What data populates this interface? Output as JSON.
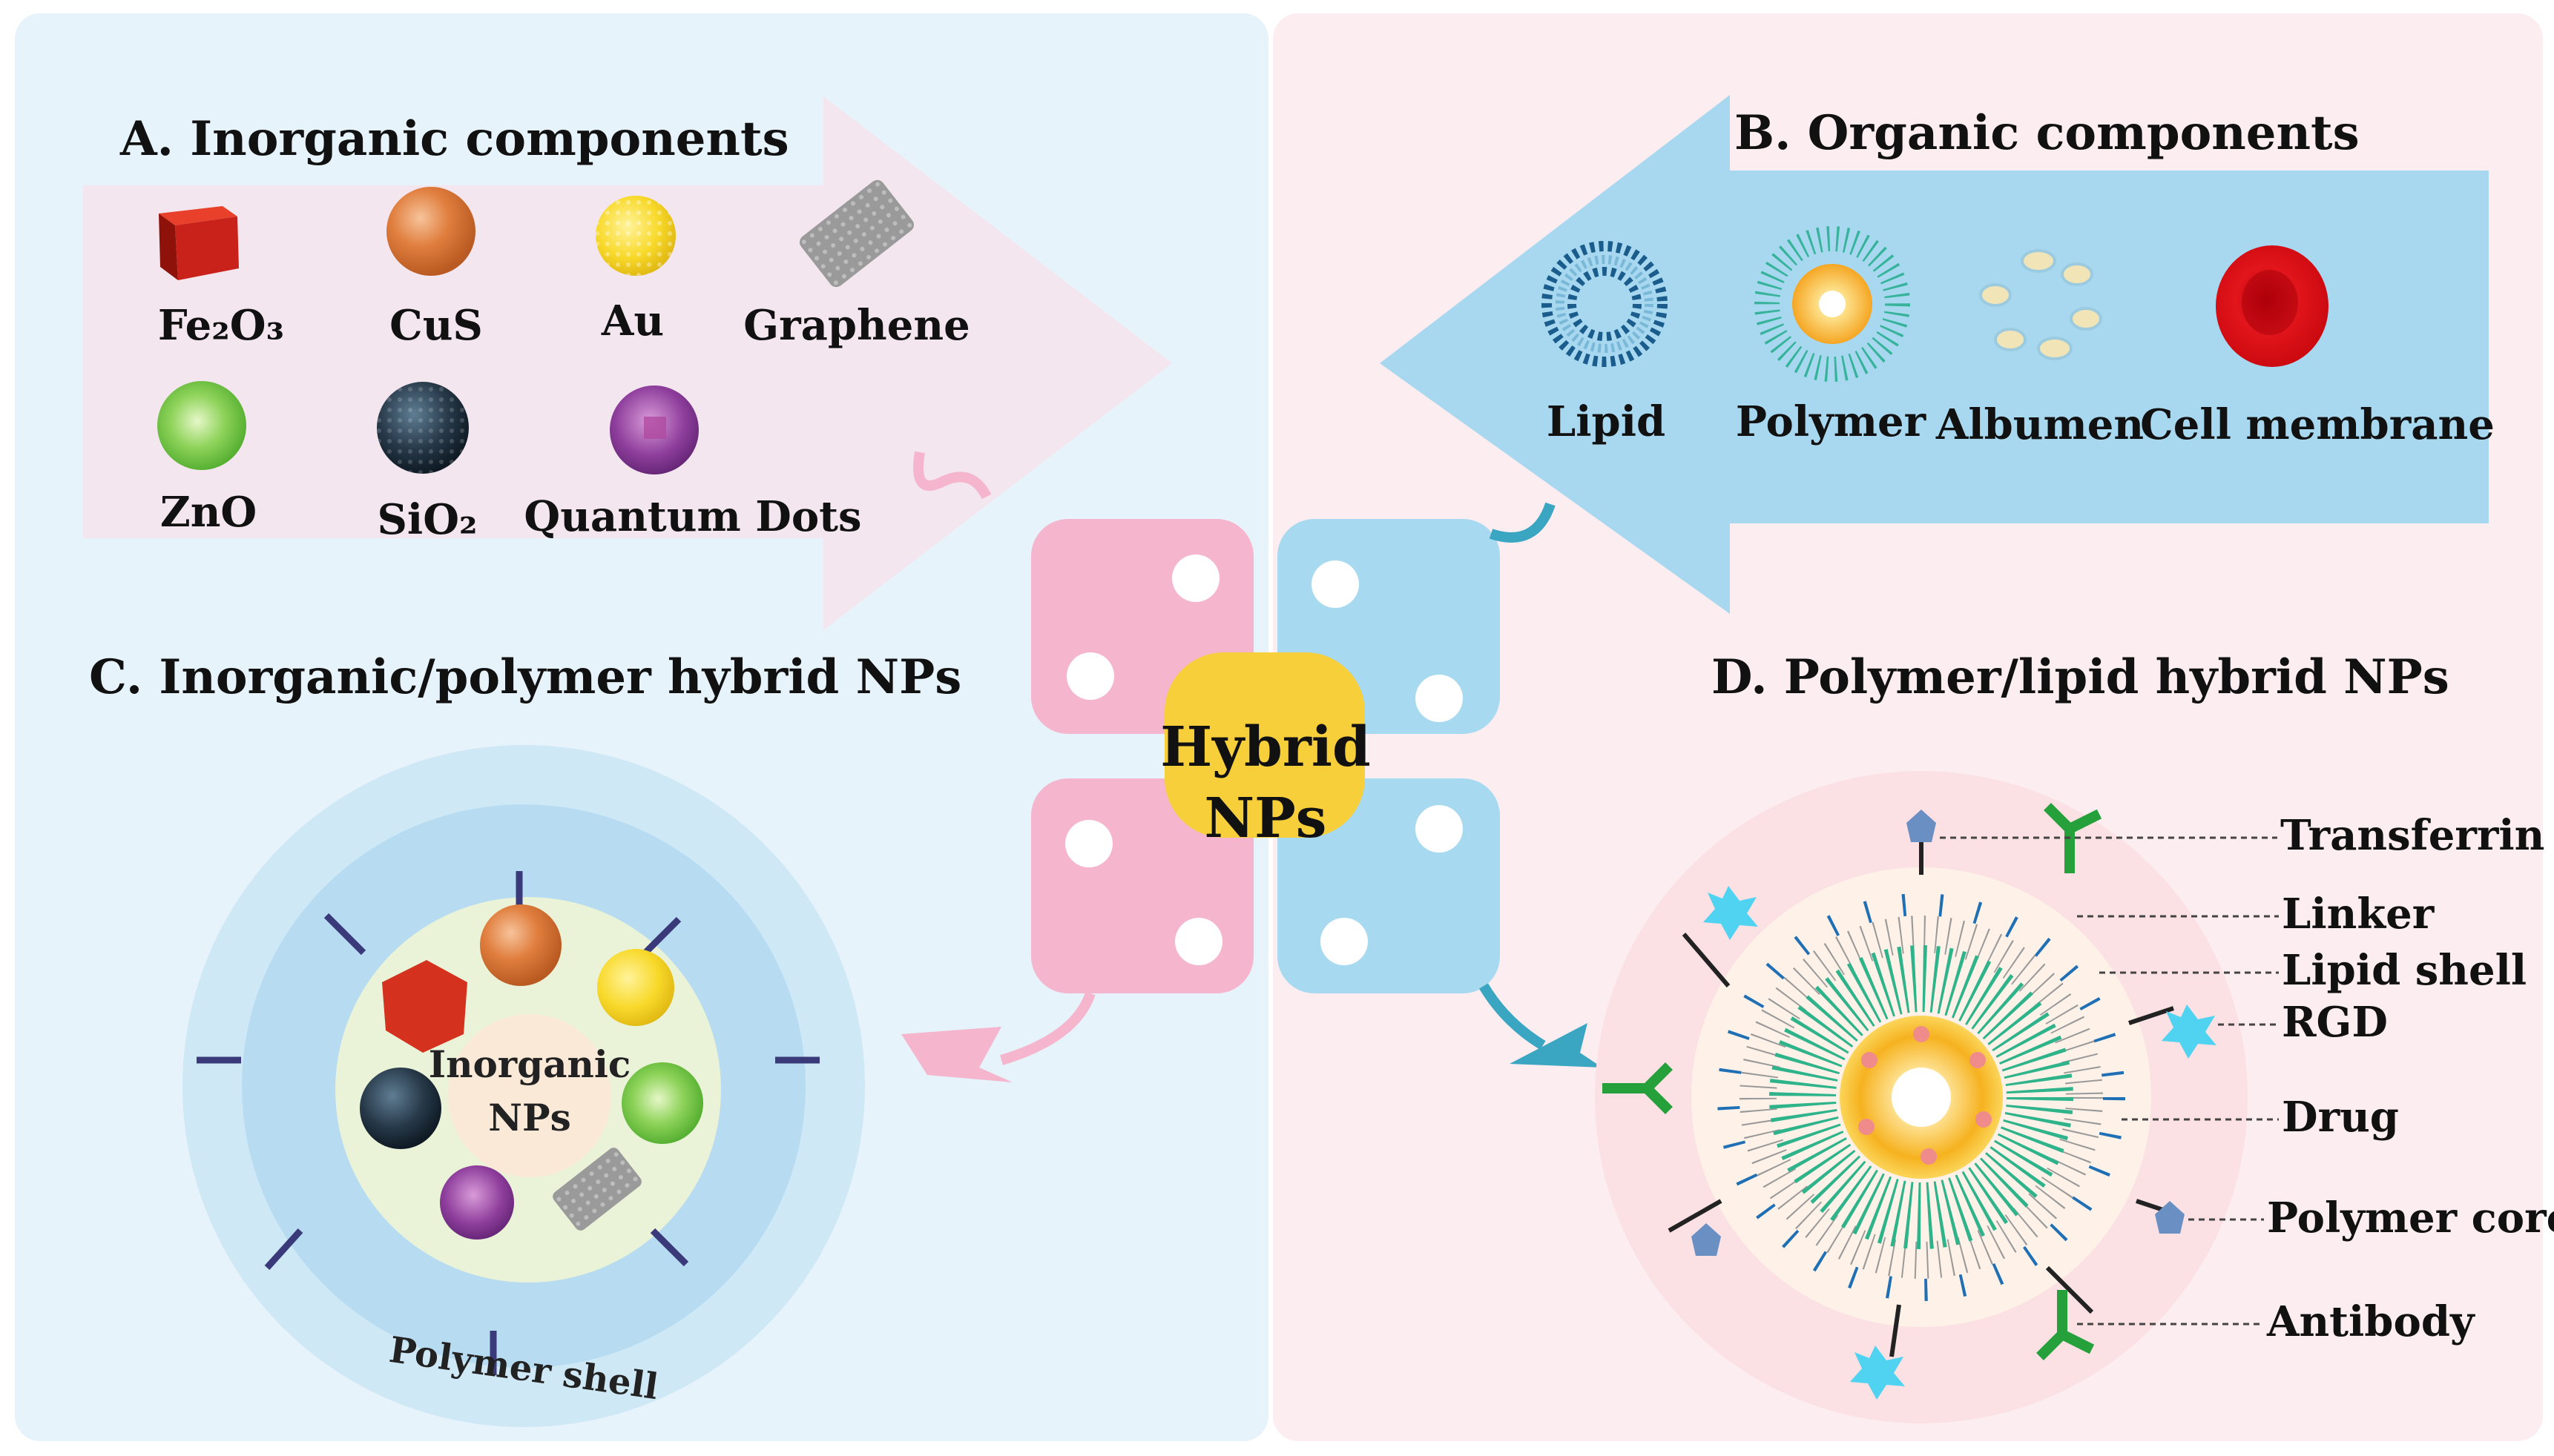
{
  "panels": {
    "a_title": "A. Inorganic components",
    "b_title": "B. Organic components",
    "c_title": "C. Inorganic/polymer hybrid NPs",
    "d_title": "D. Polymer/lipid  hybrid NPs"
  },
  "inorganic": [
    {
      "label": "Fe₂O₃",
      "icon": "iron-oxide-cube-icon"
    },
    {
      "label": "CuS",
      "icon": "copper-sulfide-sphere-icon"
    },
    {
      "label": "Au",
      "icon": "gold-sphere-icon"
    },
    {
      "label": "Graphene",
      "icon": "graphene-sheet-icon"
    },
    {
      "label": "ZnO",
      "icon": "zinc-oxide-sphere-icon"
    },
    {
      "label": "SiO₂",
      "icon": "silica-sphere-icon"
    },
    {
      "label": "Quantum Dots",
      "icon": "quantum-dot-icon"
    }
  ],
  "organic": [
    {
      "label": "Lipid",
      "icon": "liposome-icon"
    },
    {
      "label": "Polymer",
      "icon": "polymer-micelle-icon"
    },
    {
      "label": "Albumen",
      "icon": "albumin-icon"
    },
    {
      "label": "Cell membrane",
      "icon": "red-blood-cell-icon"
    }
  ],
  "center": {
    "line1": "Hybrid",
    "line2": "NPs"
  },
  "panel_c": {
    "core_line1": "Inorganic",
    "core_line2": "NPs",
    "shell_label": "Polymer shell"
  },
  "panel_d": {
    "annotations": [
      "Transferrin",
      "Linker",
      "Lipid shell",
      "RGD",
      "Drug",
      "Polymer core",
      "Antibody"
    ]
  },
  "colors": {
    "left_bg": "#e7f3fb",
    "right_bg": "#fcedf1",
    "arrow_a": "#f3e6ee",
    "arrow_b": "#a8d8f0",
    "puzzle_pink": "#f5b5cc",
    "puzzle_blue": "#a7d9f0",
    "puzzle_yellow": "#f6cf3b"
  }
}
